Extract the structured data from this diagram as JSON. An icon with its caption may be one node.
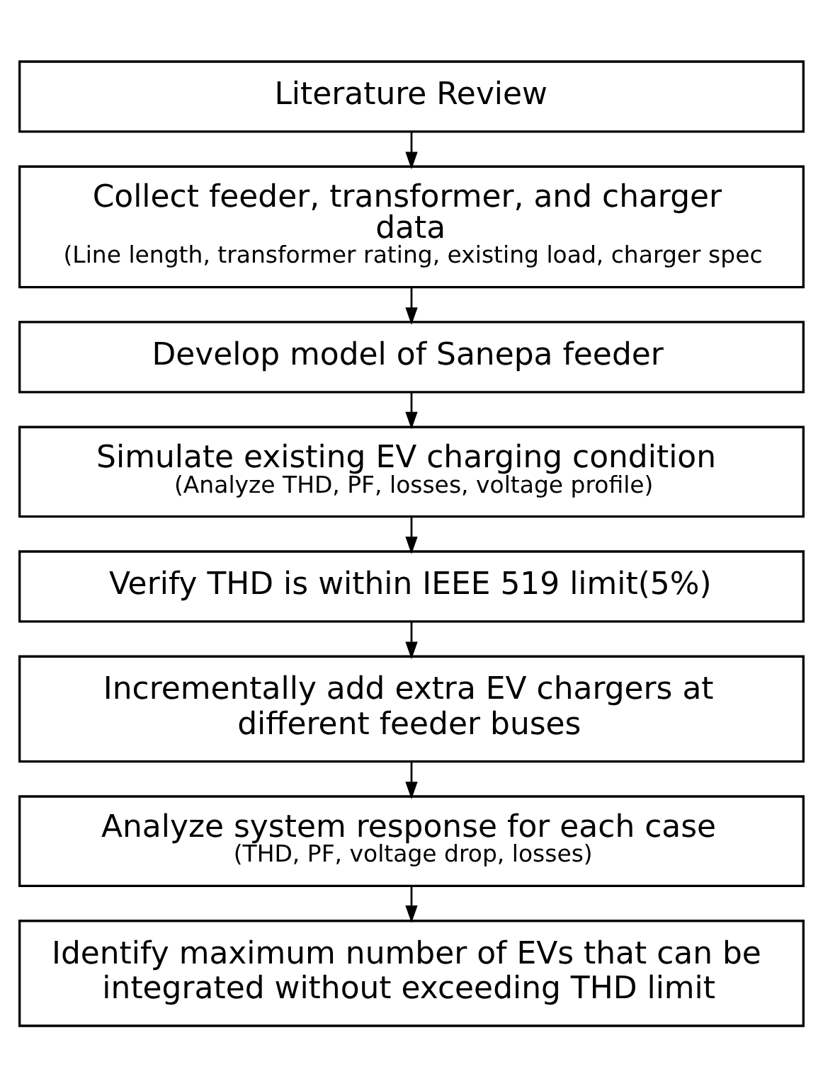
{
  "diagram": {
    "nodes": [
      {
        "text": [
          "Literature Review"
        ]
      },
      {
        "text": [
          "Collect feeder, transformer, and charger data",
          "(Line length, transformer rating, existing load, charger spec"
        ]
      },
      {
        "text": [
          "Develop model of Sanepa feeder"
        ]
      },
      {
        "text": [
          "Simulate existing EV charging condition",
          "(Analyze THD, PF, losses, voltage profile)"
        ]
      },
      {
        "text": [
          "Verify THD is within IEEE 519 limit(5%)"
        ]
      },
      {
        "text": [
          "Incrementally add extra EV chargers at different feeder buses"
        ]
      },
      {
        "text": [
          "Analyze system response for each case",
          "(THD, PF, voltage drop, losses)"
        ]
      },
      {
        "text": [
          "Identify maximum number of EVs that can be integrated without exceeding THD limit"
        ]
      }
    ],
    "edges": [
      {
        "from": 0,
        "to": 1,
        "arrow": "to"
      },
      {
        "from": 1,
        "to": 2,
        "arrow": "to"
      },
      {
        "from": 2,
        "to": 3,
        "arrow": "to"
      },
      {
        "from": 3,
        "to": 4,
        "arrow": "to"
      },
      {
        "from": 4,
        "to": 5,
        "arrow": "to"
      },
      {
        "from": 5,
        "to": 6,
        "arrow": "to"
      },
      {
        "from": 6,
        "to": 7,
        "arrow": "to"
      }
    ]
  }
}
